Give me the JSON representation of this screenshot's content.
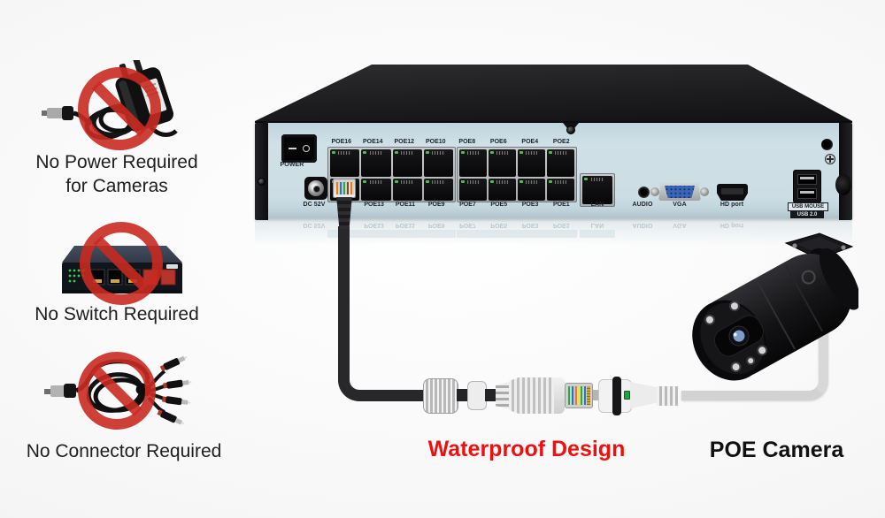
{
  "colors": {
    "panel": "#ccdde4",
    "chassis": "#1d1d1f",
    "prohibition": "#c82a21",
    "red_text": "#ee1010",
    "dark_text": "#1e1e1e",
    "vga_blue": "#3a66b5",
    "led_green": "#47c24f",
    "cable_black": "#28282a",
    "cable_white": "#d8d8d8"
  },
  "left_column": {
    "items": [
      {
        "line1": "No Power Required",
        "line2": "for Cameras",
        "image": "power-adapter"
      },
      {
        "line1": "No Switch Required",
        "line2": "",
        "image": "poe-switch"
      },
      {
        "line1": "No Connector Required",
        "line2": "",
        "image": "dc-splitter"
      }
    ]
  },
  "nvr": {
    "power_label": "POWER",
    "dc_label": "DC 52V",
    "top_ports": [
      "POE16",
      "POE14",
      "POE12",
      "POE10",
      "POE8",
      "POE6",
      "POE4",
      "POE2"
    ],
    "bottom_ports": [
      "POE13",
      "POE11",
      "POE9",
      "POE7",
      "POE5",
      "POE3",
      "POE1"
    ],
    "lan_label": "LAN",
    "audio_label": "AUDIO",
    "vga_label": "VGA",
    "hd_label": "HD port",
    "usb_label_top": "USB MOUSE",
    "usb_label_bottom": "USB 2.0"
  },
  "captions": {
    "waterproof": "Waterproof Design",
    "poe_camera": "POE Camera"
  }
}
